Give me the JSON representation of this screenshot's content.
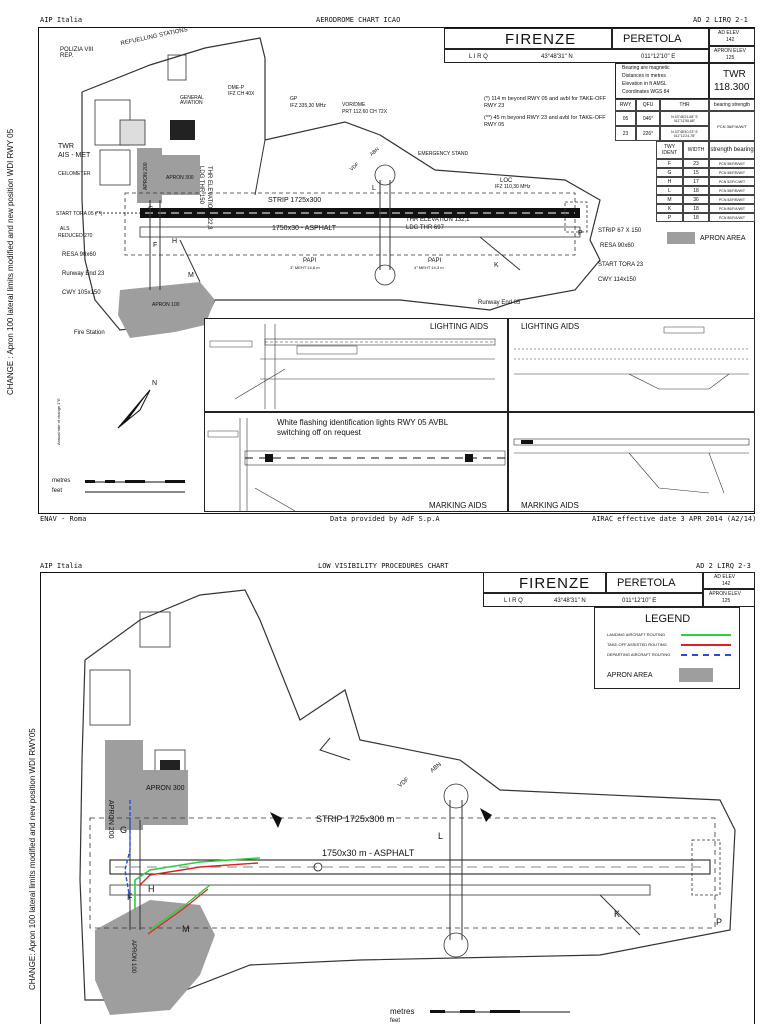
{
  "top_chart": {
    "header_left": "AIP Italia",
    "header_center": "AERODROME CHART ICAO",
    "header_right": "AD 2 LIRQ 2-1",
    "footer_left": "ENAV - Roma",
    "footer_center": "Data provided by AdF S.p.A",
    "footer_right": "AIRAC effective date 3 APR 2014 (A2/14)",
    "side_note": "CHANGE : Apron 100 lateral limits modified and new position WDI RWY 05",
    "title_city": "FIRENZE",
    "title_name": "PERETOLA",
    "icao": "L I R Q",
    "lat": "43°48'31\" N",
    "lon": "011°12'10\" E",
    "ad_elev_label": "AD ELEV",
    "ad_elev": "142",
    "apron_elev_label": "APRON ELEV",
    "apron_elev": "125",
    "bearing_note": [
      "Bearing are magnetic",
      "Distances in metres",
      "Elevation in ft AMSL",
      "Coordinates WGS 84"
    ],
    "twr_label": "TWR",
    "twr_freq": "118.300",
    "note1": "(*) 114 m beyond RWY 05 and avbl for TAKE-OFF RWY 23",
    "note2": "(**) 45 m beyond RWY 23 and avbl for TAKE-OFF RWY 05",
    "rwy_table_headers": [
      "RWY",
      "QFU",
      "THR",
      "bearing strength"
    ],
    "rwy_table_rows": [
      [
        "05",
        "046°",
        "N 43°48'21.58\" E 011°11'55.68\"",
        "PCN 36/F/A/W/T"
      ],
      [
        "23",
        "226°",
        "N 43°48'40.23\" E 011°12'24.78\"",
        ""
      ]
    ],
    "twy_headers": [
      "TWY IDENT",
      "WIDTH",
      "strength bearing"
    ],
    "twy_rows": [
      [
        "F",
        "23",
        "PCN 55/F/B/W/T"
      ],
      [
        "G",
        "15",
        "PCN 55/F/B/W/T"
      ],
      [
        "H",
        "17",
        "PCN 52/F/C/W/T"
      ],
      [
        "L",
        "18",
        "PCN 55/F/B/W/T"
      ],
      [
        "M",
        "36",
        "PCN 52/F/B/W/T"
      ],
      [
        "K",
        "18",
        "PCN 80/F/A/W/T"
      ],
      [
        "P",
        "18",
        "PCN 80/F/A/W/T"
      ]
    ],
    "apron_area": "APRON AREA",
    "labels": {
      "refuelling": "REFUELLING STATIONS",
      "polizia": "POLIZIA VIII REP.",
      "general_aviation": "GENERAL AVIATION",
      "dme": "DME-P",
      "dme_freq": "IFZ CH 40X",
      "gp": "GP",
      "gp_freq": "IFZ 335,30 MHz",
      "vordme": "VOR/DME",
      "vordme_freq": "PRT 112,60 CH 72X",
      "thr_elev_122": "THR ELEVATION 122,8",
      "ldg_thr_150": "LDG THR 150",
      "emergency_stand": "EMERGENCY STAND",
      "loc": "LOC",
      "loc_freq": "IFZ 110,30 MHz",
      "twr": "TWR",
      "ais_met": "AIS - MET",
      "ceilometer": "CEILOMETER",
      "apron_200": "APRON 200",
      "apron_300": "APRON 300",
      "apron_100": "APRON 100",
      "strip": "STRIP 1725x300",
      "rwy": "1750x30 - ASPHALT",
      "thr_elev_132": "THR ELEVATION 132,1",
      "ldg_thr_697": "LDG THR 697",
      "strip_67": "STRIP 67 X 150",
      "resa_r": "RESA 90x60",
      "start_tora_23": "START TORA 23",
      "cwy_r": "CWY 114x150",
      "rwy_end_05": "Runway End 05",
      "start_tora_05": "START TORA 05 (**)",
      "als": "ALS",
      "als_reduced": "REDUCED 270",
      "resa_l": "RESA 90x60",
      "rwy_end_23": "Runway End 23",
      "cwy_l": "CWY 105x150",
      "fire_station": "Fire Station",
      "papi": "PAPI",
      "papi_l": "3° MEHT 14,8 m",
      "papi_r": "4° MEHT 14,3 m",
      "lighting_aids": "LIGHTING AIDS",
      "marking_aids": "MARKING AIDS",
      "wdi_note": "White flashing identification lights RWY 05 AVBL switching off on request",
      "annual_rate": "Annual rate of change 1°E",
      "metres": "metres",
      "feet": "feet",
      "twy_f": "F",
      "twy_g": "G",
      "twy_h": "H",
      "twy_m": "M",
      "twy_l": "L",
      "twy_k": "K",
      "twy_p": "P",
      "north": "N",
      "vdf": "VDF",
      "abn": "ABN"
    }
  },
  "bottom_chart": {
    "header_left": "AIP Italia",
    "header_center": "LOW VISIBILITY PROCEDURES CHART",
    "header_right": "AD 2 LIRQ 2-3",
    "side_note": "CHANGE: Apron 100 lateral limits modified and new position WDI RWY05",
    "title_city": "FIRENZE",
    "title_name": "PERETOLA",
    "icao": "L I R Q",
    "lat": "43°48'31\" N",
    "lon": "011°12'10\" E",
    "ad_elev_label": "AD ELEV",
    "ad_elev": "142",
    "apron_elev_label": "APRON ELEV",
    "apron_elev": "125",
    "legend_title": "LEGEND",
    "legend_items": [
      {
        "label": "LANDING AIRCRAFT ROUTING",
        "color": "#2ecc40"
      },
      {
        "label": "TAKE-OFF ASSISTED ROUTING",
        "color": "#e02020"
      },
      {
        "label": "DEPARTING AIRCRAFT ROUTING",
        "color": "#1f4fe0"
      }
    ],
    "apron_area": "APRON AREA",
    "labels": {
      "strip": "STRIP 1725x300 m",
      "rwy": "1750x30 m - ASPHALT",
      "apron_200": "APRON 200",
      "apron_300": "APRON 300",
      "apron_100": "APRON 100",
      "twy_f": "F",
      "twy_g": "G",
      "twy_h": "H",
      "twy_m": "M",
      "twy_l": "L",
      "twy_k": "K",
      "twy_p": "P",
      "vdf": "VDF",
      "abn": "ABN",
      "metres": "metres",
      "feet": "feet"
    }
  },
  "colors": {
    "apron_gray": "#9e9e9e",
    "landing": "#2ecc40",
    "takeoff": "#e02020",
    "departing": "#1f4fe0"
  }
}
